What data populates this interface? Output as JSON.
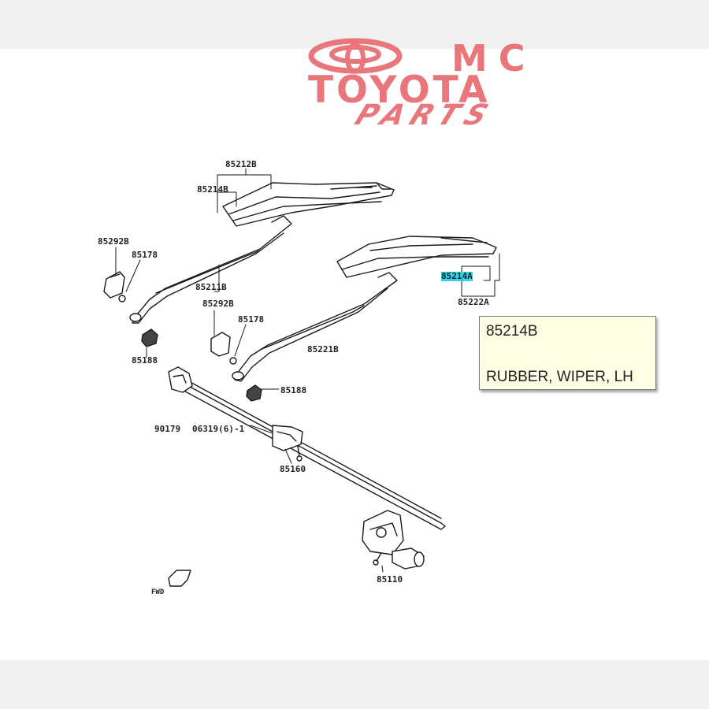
{
  "logo": {
    "line1": "MC",
    "line2": "TOYOTA",
    "line3": "PARTS",
    "color": "#e8767a"
  },
  "parts": [
    {
      "id": "p85212b",
      "label": "85212B"
    },
    {
      "id": "p85214b_top",
      "label": "85214B"
    },
    {
      "id": "p85292b_left",
      "label": "85292B"
    },
    {
      "id": "p85178_left",
      "label": "85178"
    },
    {
      "id": "p85211b",
      "label": "85211B"
    },
    {
      "id": "p85292b_mid",
      "label": "85292B"
    },
    {
      "id": "p85178_mid",
      "label": "85178"
    },
    {
      "id": "p85221b",
      "label": "85221B"
    },
    {
      "id": "p85188_left",
      "label": "85188"
    },
    {
      "id": "p85188_right",
      "label": "85188"
    },
    {
      "id": "p90179",
      "label": "90179"
    },
    {
      "id": "p06319",
      "label": "06319(6)-1"
    },
    {
      "id": "p85160",
      "label": "85160"
    },
    {
      "id": "p85110",
      "label": "85110"
    },
    {
      "id": "p85214a",
      "label": "85214A"
    },
    {
      "id": "p85222a",
      "label": "85222A"
    },
    {
      "id": "pfwd",
      "label": "FWD"
    }
  ],
  "highlight_color": "#2fd4ea",
  "tooltip": {
    "code": "85214B",
    "description": "RUBBER, WIPER, LH"
  }
}
